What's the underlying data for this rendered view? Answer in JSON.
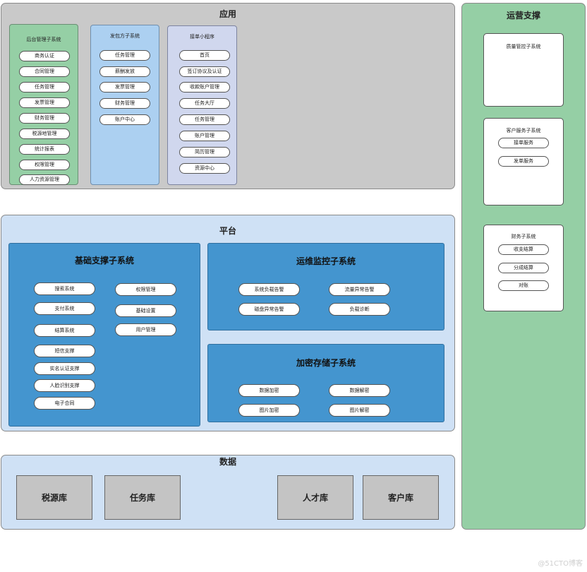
{
  "app": {
    "title": "应用",
    "subsystems": [
      {
        "title": "后台管理子系统",
        "items": [
          "商务认证",
          "合同管理",
          "任务管理",
          "发票管理",
          "财务管理",
          "税源地管理",
          "统计报表",
          "权限管理",
          "人力资源管理"
        ]
      },
      {
        "title": "发包方子系统",
        "items": [
          "任务管理",
          "薪酬发放",
          "发票管理",
          "财务管理",
          "账户中心"
        ]
      },
      {
        "title": "接单小程序",
        "items": [
          "首页",
          "签订协议及认证",
          "收款账户管理",
          "任务大厅",
          "任务管理",
          "账户管理",
          "简历管理",
          "资源中心"
        ]
      }
    ]
  },
  "platform": {
    "title": "平台",
    "basic": {
      "title": "基础支撑子系统",
      "left_items": [
        "搜索系统",
        "支付系统",
        "结算系统",
        "短信支撑",
        "实名认证支撑",
        "人脸识别支撑",
        "电子合同"
      ],
      "right_items": [
        "权限管理",
        "基础设置",
        "用户管理"
      ]
    },
    "ops": {
      "title": "运维监控子系统",
      "items": [
        "系统负载告警",
        "流量异常告警",
        "磁盘异常告警",
        "负载诊断"
      ]
    },
    "crypto": {
      "title": "加密存储子系统",
      "items": [
        "数据加密",
        "数据解密",
        "图片加密",
        "图片解密"
      ]
    }
  },
  "data": {
    "title": "数据",
    "stores": [
      "税源库",
      "任务库",
      "人才库",
      "客户库"
    ]
  },
  "ops_support": {
    "title": "运营支撑",
    "quality": {
      "title": "质量管控子系统"
    },
    "customer": {
      "title": "客户服务子系统",
      "items": [
        "接单服务",
        "发单服务"
      ]
    },
    "finance": {
      "title": "财务子系统",
      "items": [
        "收支结算",
        "分成结算",
        "对账"
      ]
    }
  },
  "watermark": "@51CTO博客",
  "colors": {
    "app_bg": "#c9c9c9",
    "green": "#95cfa5",
    "light_blue": "#acd0f1",
    "lavender": "#d0d7ee",
    "platform_bg": "#cfe1f5",
    "blue_box": "#4495cf"
  }
}
